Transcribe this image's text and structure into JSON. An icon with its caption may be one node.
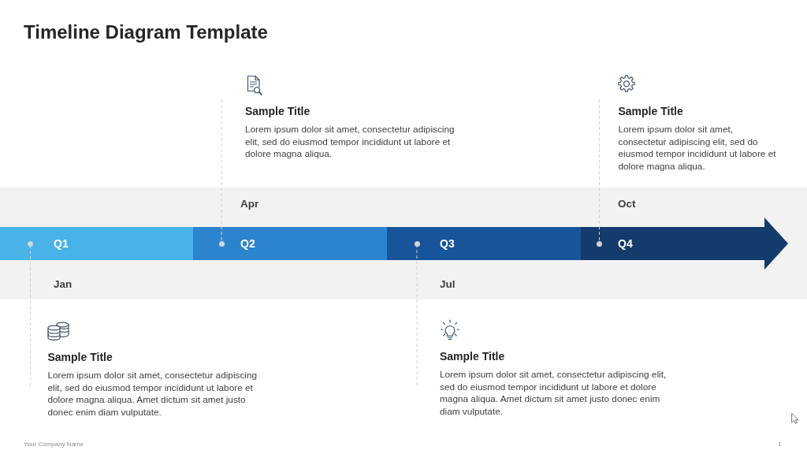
{
  "diagram": {
    "title": "Timeline Diagram Template",
    "nodes": [
      {
        "text": [
          "Sample Title",
          "Lorem ipsum dolor sit amet, consectetur adipiscing elit, sed do eiusmod tempor incididunt ut labore et dolore magna aliqua."
        ]
      },
      {
        "text": [
          "Sample Title",
          "Lorem ipsum dolor sit amet, consectetur adipiscing elit, sed do eiusmod tempor incididunt ut labore et dolore magna aliqua."
        ]
      },
      {
        "text": [
          "Q1"
        ]
      },
      {
        "text": [
          "Q2"
        ]
      },
      {
        "text": [
          "Q3"
        ]
      },
      {
        "text": [
          "Q4"
        ]
      },
      {
        "text": [],
        "shape": "circle",
        "in": 2,
        "beside": [
          "Jan"
        ]
      },
      {
        "text": [],
        "shape": "circle",
        "in": 3,
        "beside": [
          "Apr"
        ]
      },
      {
        "text": [],
        "shape": "circle",
        "in": 4,
        "beside": [
          "Jul"
        ]
      },
      {
        "text": [],
        "shape": "circle",
        "in": 5,
        "beside": [
          "Oct"
        ]
      },
      {
        "text": [
          "Sample Title",
          "Lorem ipsum dolor sit amet, consectetur adipiscing elit, sed do eiusmod tempor incididunt ut labore et dolore magna aliqua. Amet dictum sit amet justo donec enim diam vulputate."
        ]
      },
      {
        "text": [
          "Sample Title",
          "Lorem ipsum dolor sit amet, consectetur adipiscing elit, sed do eiusmod tempor incididunt ut labore et dolore magna aliqua. Amet dictum sit amet justo donec enim diam vulputate."
        ]
      }
    ],
    "edges": [
      {
        "from": 0,
        "to": 7,
        "arrow": "none",
        "style": "dashed"
      },
      {
        "from": 1,
        "to": 9,
        "arrow": "none",
        "style": "dashed"
      },
      {
        "from": 10,
        "to": 6,
        "arrow": "none",
        "style": "dashed"
      },
      {
        "from": 11,
        "to": 8,
        "arrow": "none",
        "style": "dashed"
      }
    ],
    "labels": [
      "Your Company Name",
      "1"
    ]
  }
}
